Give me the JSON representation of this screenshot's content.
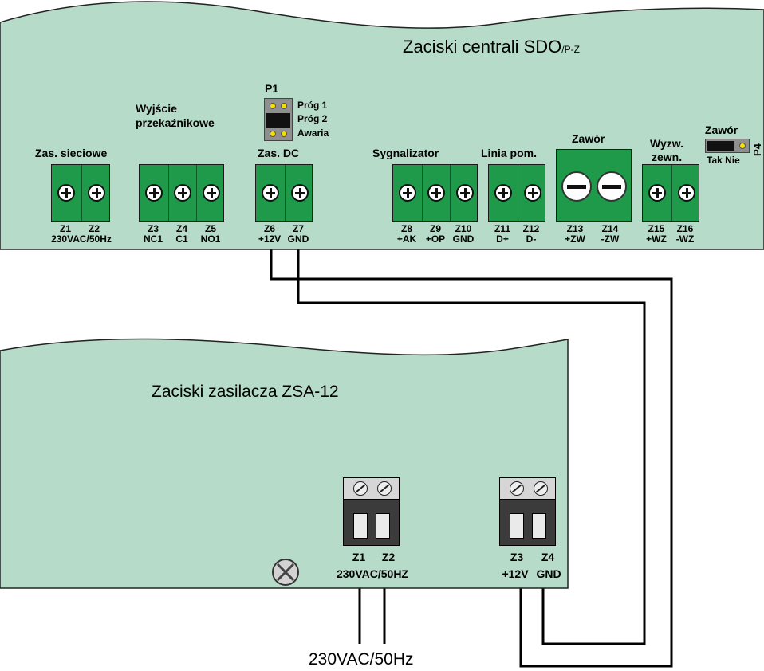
{
  "top_board": {
    "title_main": "Zaciski centrali SDO",
    "title_sub": "/P-Z",
    "bg_color": "#b6dbc8",
    "headers": {
      "zas_sieciowe": "Zas. sieciowe",
      "wyjscie_l1": "Wyjście",
      "wyjscie_l2": "przekaźnikowe",
      "zas_dc": "Zas. DC",
      "sygnalizator": "Sygnalizator",
      "linia_pom": "Linia pom.",
      "zawor": "Zawór",
      "wyzw_l1": "Wyzw.",
      "wyzw_l2": "zewn."
    },
    "jumper_p1": {
      "name": "P1",
      "options": [
        "Próg 1",
        "Próg 2",
        "Awaria"
      ]
    },
    "jumper_p4": {
      "name": "P4",
      "title": "Zawór",
      "options": "Tak Nie"
    },
    "terminals": [
      {
        "id": "Z1",
        "fn": "230VAC/50Hz"
      },
      {
        "id": "Z2",
        "fn": ""
      },
      {
        "id": "Z3",
        "fn": "NC1"
      },
      {
        "id": "Z4",
        "fn": "C1"
      },
      {
        "id": "Z5",
        "fn": "NO1"
      },
      {
        "id": "Z6",
        "fn": "+12V"
      },
      {
        "id": "Z7",
        "fn": "GND"
      },
      {
        "id": "Z8",
        "fn": "+AK"
      },
      {
        "id": "Z9",
        "fn": "+OP"
      },
      {
        "id": "Z10",
        "fn": "GND"
      },
      {
        "id": "Z11",
        "fn": "D+"
      },
      {
        "id": "Z12",
        "fn": "D-"
      },
      {
        "id": "Z13",
        "fn": "+ZW"
      },
      {
        "id": "Z14",
        "fn": "-ZW"
      },
      {
        "id": "Z15",
        "fn": "+WZ"
      },
      {
        "id": "Z16",
        "fn": "-WZ"
      }
    ]
  },
  "bottom_board": {
    "title": "Zaciski zasilacza ZSA-12",
    "bg_color": "#b6dbc8",
    "terminals": [
      {
        "id": "Z1"
      },
      {
        "id": "Z2"
      },
      {
        "id": "Z3"
      },
      {
        "id": "Z4"
      }
    ],
    "labels": {
      "mains": "230VAC/50HZ",
      "plus12": "+12V",
      "gnd": "GND"
    }
  },
  "mains_label": "230VAC/50Hz",
  "colors": {
    "terminal_green": "#1f9a4b",
    "jumper_black": "#111111",
    "pin_yellow": "#f6e000"
  }
}
